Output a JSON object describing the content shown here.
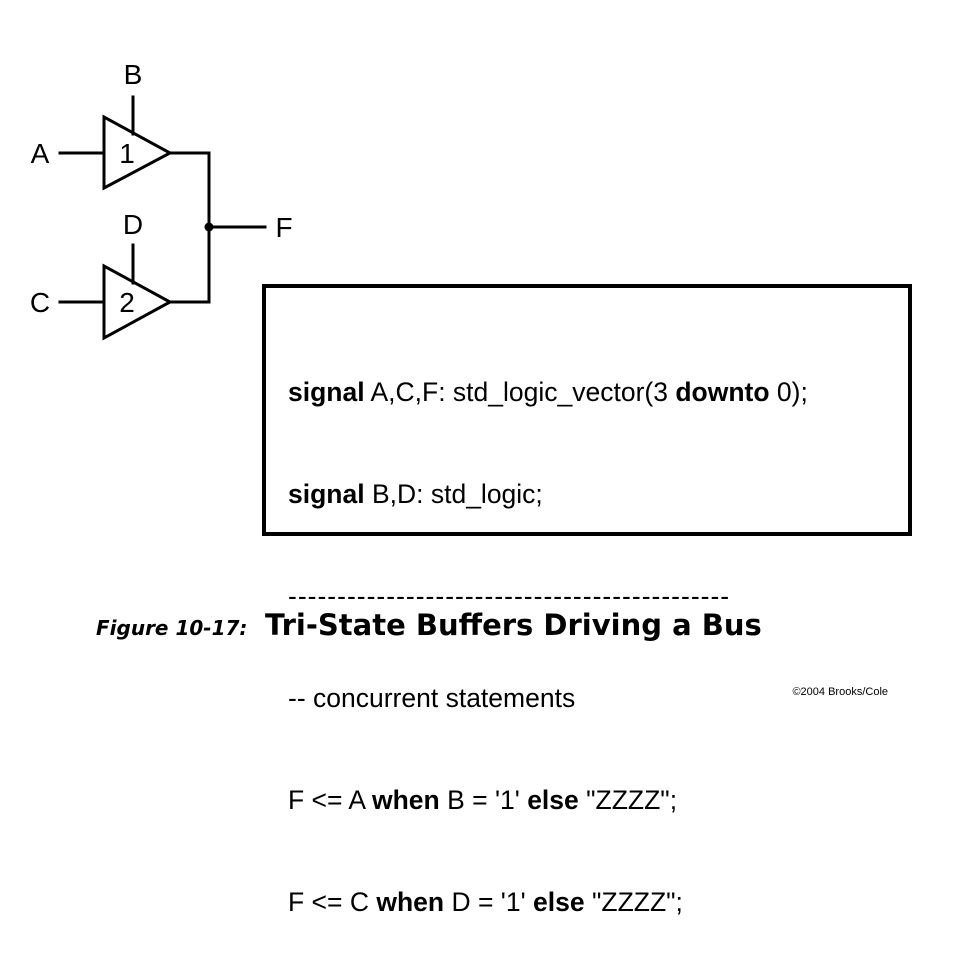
{
  "circuit": {
    "inputs": {
      "a": "A",
      "b": "B",
      "c": "C",
      "d": "D"
    },
    "output": "F",
    "buffers": [
      "1",
      "2"
    ]
  },
  "code": {
    "line1": {
      "kw": "signal",
      "rest_a": " A,C,F: std_logic_vector(3 ",
      "kw2": "downto",
      "rest_b": " 0);"
    },
    "line2": {
      "kw": "signal",
      "rest": " B,D: std_logic;"
    },
    "line3": "---------------------------------------------",
    "line4": "-- concurrent statements",
    "line5": {
      "a": "F <= A ",
      "kw": "when",
      "b": " B = '1' ",
      "kw2": "else",
      "c": " \"ZZZZ\";"
    },
    "line6": {
      "a": "F <= C ",
      "kw": "when",
      "b": " D = '1' ",
      "kw2": "else",
      "c": " \"ZZZZ\";"
    }
  },
  "caption": {
    "number": "Figure 10-17:",
    "title": "Tri-State Buffers Driving a Bus"
  },
  "copyright": "©2004 Brooks/Cole"
}
